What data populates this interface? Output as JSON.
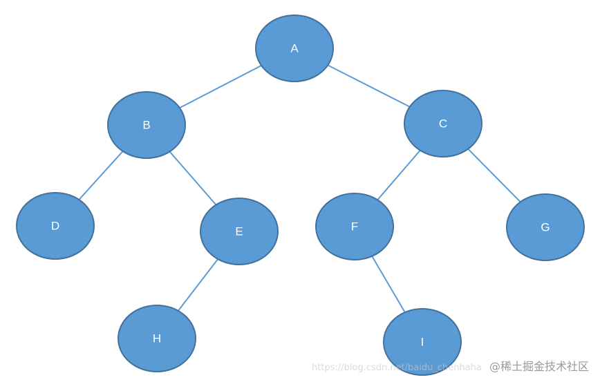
{
  "diagram": {
    "type": "binary-tree",
    "colors": {
      "node_fill": "#5B9BD5",
      "node_stroke": "#41719C",
      "edge": "#5B9BD5",
      "label": "#FFFFFF"
    },
    "nodes": [
      {
        "id": "A",
        "label": "A"
      },
      {
        "id": "B",
        "label": "B"
      },
      {
        "id": "C",
        "label": "C"
      },
      {
        "id": "D",
        "label": "D"
      },
      {
        "id": "E",
        "label": "E"
      },
      {
        "id": "F",
        "label": "F"
      },
      {
        "id": "G",
        "label": "G"
      },
      {
        "id": "H",
        "label": "H"
      },
      {
        "id": "I",
        "label": "I"
      }
    ],
    "edges": [
      {
        "from": "A",
        "to": "B"
      },
      {
        "from": "A",
        "to": "C"
      },
      {
        "from": "B",
        "to": "D"
      },
      {
        "from": "B",
        "to": "E"
      },
      {
        "from": "C",
        "to": "F"
      },
      {
        "from": "C",
        "to": "G"
      },
      {
        "from": "E",
        "to": "H"
      },
      {
        "from": "F",
        "to": "I"
      }
    ]
  },
  "watermark": {
    "url_text": "https://blog.csdn.net/baidu_chenhaha",
    "brand_text": "@稀土掘金技术社区"
  }
}
